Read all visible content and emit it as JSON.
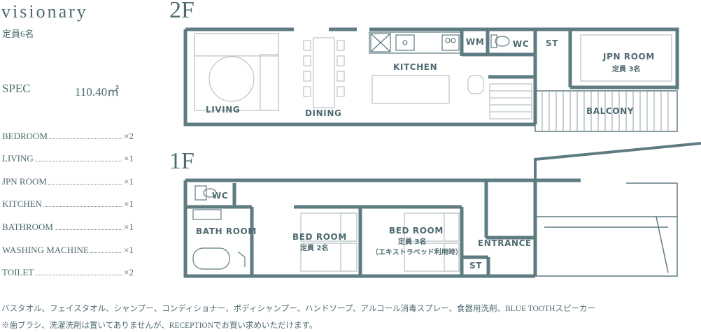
{
  "header": {
    "title": "visionary",
    "capacity": "定員6名"
  },
  "spec": {
    "label": "SPEC",
    "area": "110.40㎡",
    "items": [
      {
        "name": "BEDROOM",
        "count": "×2"
      },
      {
        "name": "LIVING",
        "count": "×1"
      },
      {
        "name": "JPN  ROOM",
        "count": "×1"
      },
      {
        "name": "KITCHEN",
        "count": "×1"
      },
      {
        "name": "BATHROOM",
        "count": "×1"
      },
      {
        "name": "WASHING MACHINE",
        "count": "×1"
      },
      {
        "name": "TOILET",
        "count": "×2"
      }
    ]
  },
  "floors": {
    "second": {
      "label": "2F",
      "rooms": {
        "wm": "WM",
        "wc": "WC",
        "st": "ST",
        "jpn_room": "JPN ROOM",
        "jpn_capacity": "定員 3名",
        "kitchen": "KITCHEN",
        "living": "LIVING",
        "dining": "DINING",
        "balcony": "BALCONY"
      }
    },
    "first": {
      "label": "1F",
      "rooms": {
        "wc": "WC",
        "bath_room": "BATH ROOM",
        "bed_room_1": "BED ROOM",
        "bed_room_1_capacity": "定員 2名",
        "bed_room_2": "BED ROOM",
        "bed_room_2_capacity": "定員 3名",
        "bed_room_2_note": "（エキストラベッド利用時）",
        "entrance": "ENTRANCE",
        "st": "ST"
      }
    }
  },
  "notes": {
    "amenities": "バスタオル、フェイスタオル、シャンプー、コンディショナー、ボディシャンプー、ハンドソープ、アルコール消毒スプレー、食器用洗剤、BLUE TOOTHスピーカー",
    "disclaimer": "※歯ブラシ、洗濯洗剤は置いてありませんが、RECEPTIONでお買い求めいただけます。"
  },
  "colors": {
    "wall": "#5d7b80",
    "text": "#4e6b70",
    "furniture": "#b9c3c4"
  }
}
